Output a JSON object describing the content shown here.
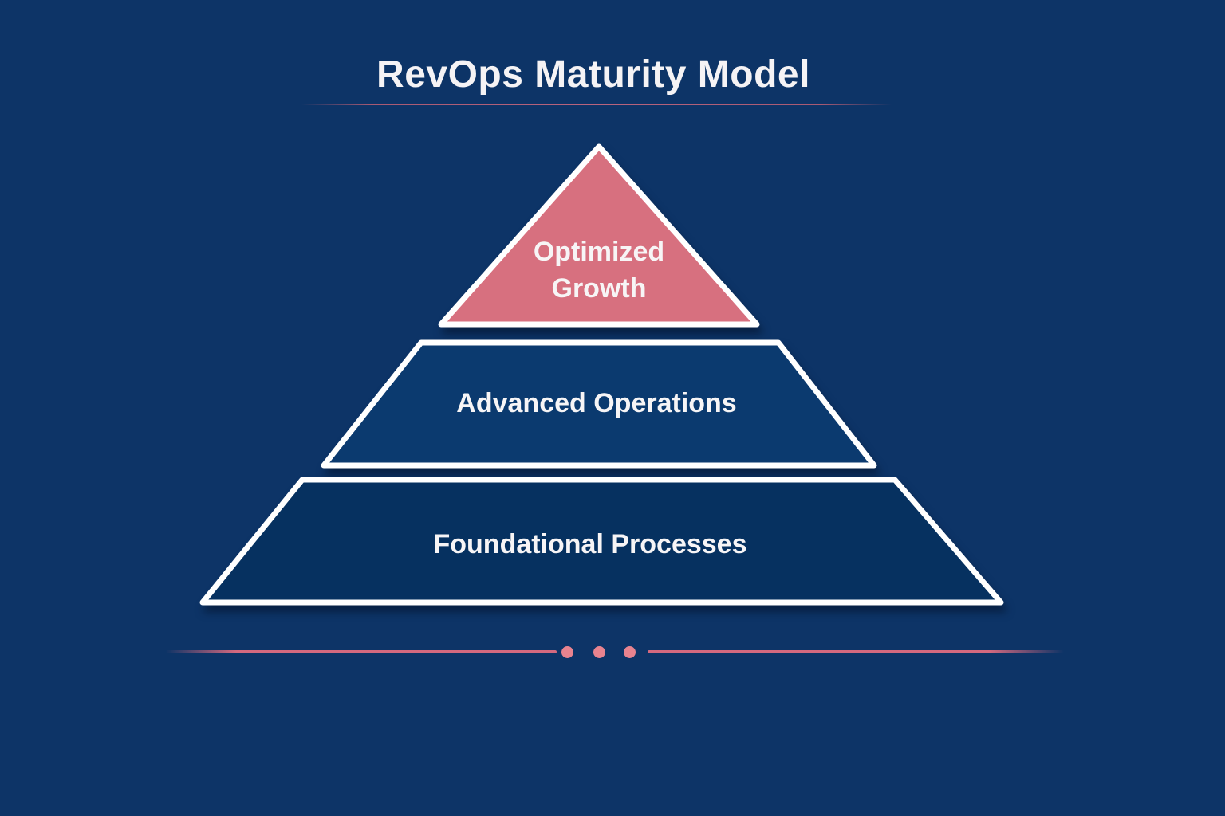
{
  "title": {
    "text": "RevOps Maturity Model"
  },
  "pyramid": {
    "levels": [
      {
        "id": "optimized-growth",
        "label": "Optimized Growth",
        "fill": "#d7707f"
      },
      {
        "id": "advanced-operations",
        "label": "Advanced Operations",
        "fill": "#0b3a6f"
      },
      {
        "id": "foundational-processes",
        "label": "Foundational Processes",
        "fill": "#063160"
      }
    ]
  },
  "footer": {
    "dot_count": 3
  },
  "colors": {
    "background": "#0d3467",
    "tier_top_fill": "#d7707f",
    "tier_middle_fill": "#0b3a6f",
    "tier_bottom_fill": "#063160",
    "tier_border": "#ffffff",
    "title_text": "#f5f3f5",
    "label_text": "#f7f5f6",
    "title_underline": "#a85a73",
    "divider_line": "#d4697f",
    "divider_dot": "#e8838f"
  }
}
